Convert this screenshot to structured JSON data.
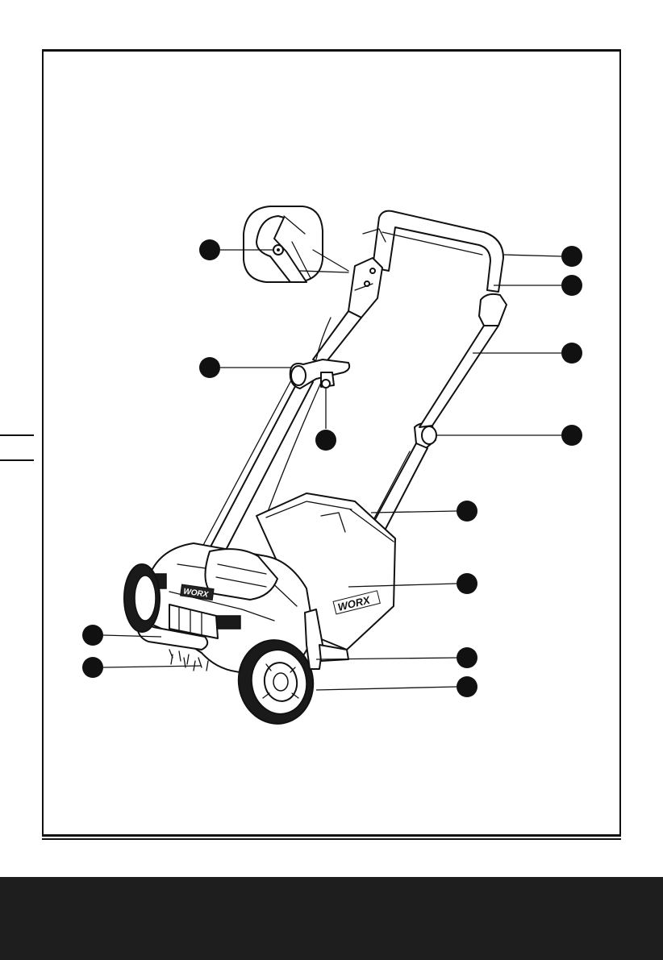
{
  "figure": {
    "brand_mark_box": "WORX",
    "brand_mark_battery": "WORX"
  },
  "colors": {
    "ink": "#111111",
    "footer_band": "#1e1e1e",
    "paper": "#ffffff"
  },
  "callouts": [
    {
      "id": "callout-1",
      "side": "left"
    },
    {
      "id": "callout-2",
      "side": "left"
    },
    {
      "id": "callout-3",
      "side": "bottom"
    },
    {
      "id": "callout-4",
      "side": "right"
    },
    {
      "id": "callout-5",
      "side": "right"
    },
    {
      "id": "callout-6",
      "side": "right"
    },
    {
      "id": "callout-7",
      "side": "right"
    },
    {
      "id": "callout-8",
      "side": "right"
    },
    {
      "id": "callout-9",
      "side": "right"
    },
    {
      "id": "callout-10",
      "side": "right"
    },
    {
      "id": "callout-11",
      "side": "right"
    },
    {
      "id": "callout-12",
      "side": "left"
    },
    {
      "id": "callout-13",
      "side": "left"
    }
  ]
}
